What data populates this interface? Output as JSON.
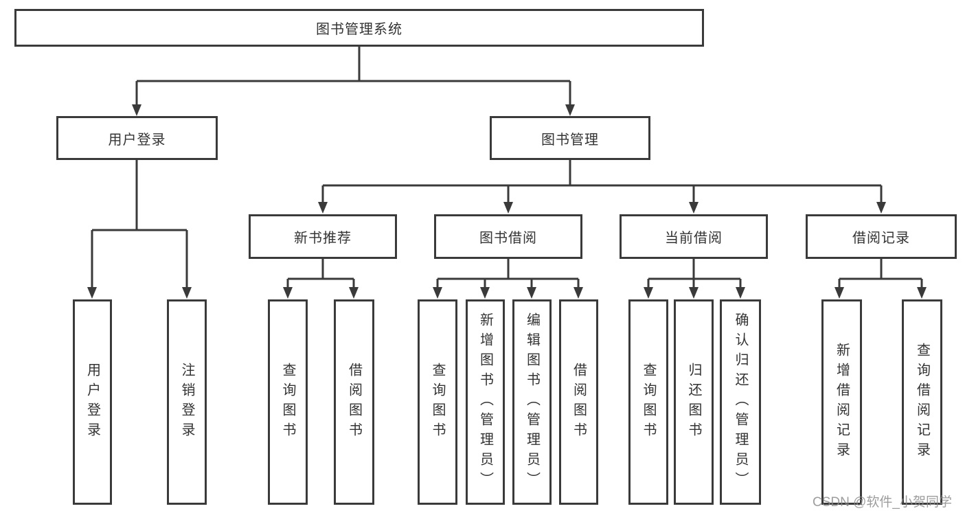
{
  "tree": {
    "label": "图书管理系统",
    "children": [
      {
        "label": "用户登录",
        "children": [
          {
            "label": "用户登录"
          },
          {
            "label": "注销登录"
          }
        ]
      },
      {
        "label": "图书管理",
        "children": [
          {
            "label": "新书推荐",
            "children": [
              {
                "label": "查询图书"
              },
              {
                "label": "借阅图书"
              }
            ]
          },
          {
            "label": "图书借阅",
            "children": [
              {
                "label": "查询图书"
              },
              {
                "label": "新增图书（管理员）"
              },
              {
                "label": "编辑图书（管理员）"
              },
              {
                "label": "借阅图书"
              }
            ]
          },
          {
            "label": "当前借阅",
            "children": [
              {
                "label": "查询图书"
              },
              {
                "label": "归还图书"
              },
              {
                "label": "确认归还（管理员）"
              }
            ]
          },
          {
            "label": "借阅记录",
            "children": [
              {
                "label": "新增借阅记录"
              },
              {
                "label": "查询借阅记录"
              }
            ]
          }
        ]
      }
    ]
  },
  "watermark": "CSDN @软件_小贺同学",
  "colors": {
    "line": "#3a3a3a",
    "text": "#333333",
    "background": "#ffffff",
    "watermark": "#8c8c8c"
  }
}
